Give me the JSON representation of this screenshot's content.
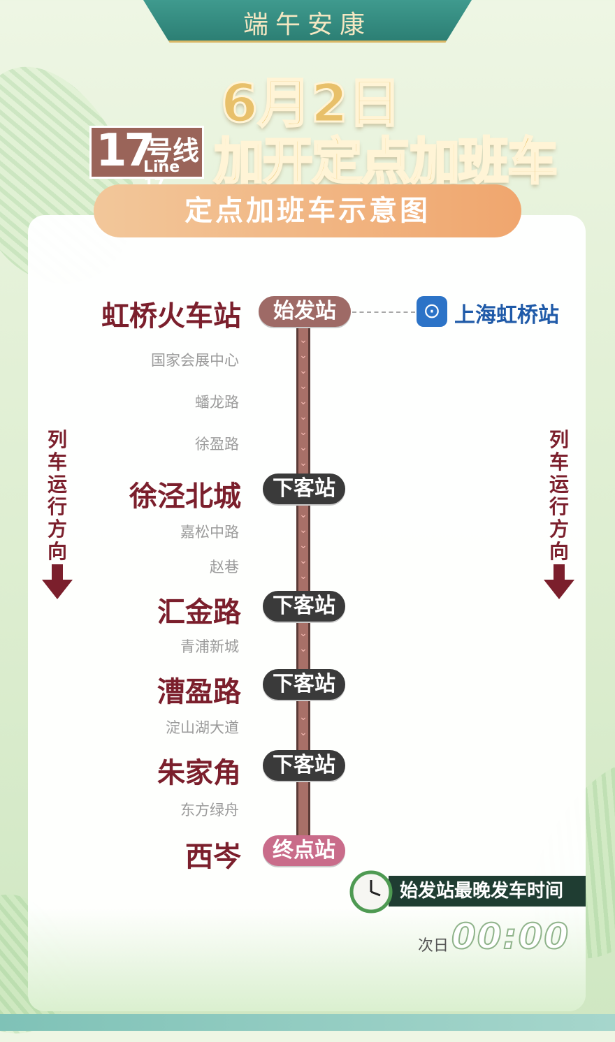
{
  "banner": {
    "title": "端午安康"
  },
  "header": {
    "date": "6月2日",
    "line_number": "17",
    "line_hao": "号线",
    "line_en": "Line 17",
    "headline": "加开定点加班车",
    "subtitle": "定点加班车示意图"
  },
  "connection": {
    "name": "上海虹桥站",
    "icon": "railway-icon"
  },
  "direction": {
    "label_chars": [
      "列",
      "车",
      "运",
      "行",
      "方",
      "向"
    ]
  },
  "stations": {
    "s1": {
      "name": "虹桥火车站",
      "tag": "始发站"
    },
    "s2": {
      "name": "国家会展中心"
    },
    "s3": {
      "name": "蟠龙路"
    },
    "s4": {
      "name": "徐盈路"
    },
    "s5": {
      "name": "徐泾北城",
      "tag": "下客站"
    },
    "s6": {
      "name": "嘉松中路"
    },
    "s7": {
      "name": "赵巷"
    },
    "s8": {
      "name": "汇金路",
      "tag": "下客站"
    },
    "s9": {
      "name": "青浦新城"
    },
    "s10": {
      "name": "漕盈路",
      "tag": "下客站"
    },
    "s11": {
      "name": "淀山湖大道"
    },
    "s12": {
      "name": "朱家角",
      "tag": "下客站"
    },
    "s13": {
      "name": "东方绿舟"
    },
    "s14": {
      "name": "西岑",
      "tag": "终点站"
    }
  },
  "last_train": {
    "label": "始发站最晚发车时间",
    "next_day": "次日",
    "time": "00:00",
    "icon": "clock-icon"
  },
  "colors": {
    "track": "#a87068",
    "major_station": "#7b1f2c",
    "drop_tag": "#3a3a3a",
    "end_tag": "#c96c8a",
    "start_tag": "#9e6a66"
  }
}
